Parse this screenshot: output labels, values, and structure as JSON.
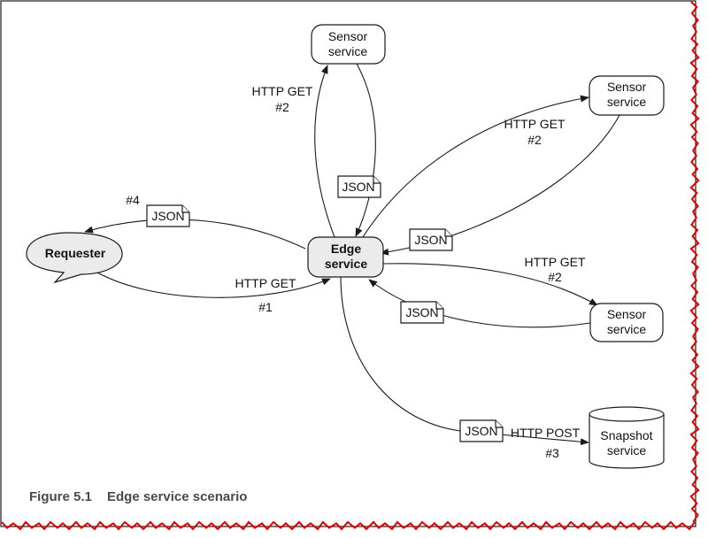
{
  "figure": {
    "caption_number": "Figure 5.1",
    "caption_title": "Edge service scenario"
  },
  "nodes": {
    "requester": "Requester",
    "edge_service": [
      "Edge",
      "service"
    ],
    "sensor_top": [
      "Sensor",
      "service"
    ],
    "sensor_right_upper": [
      "Sensor",
      "service"
    ],
    "sensor_right_lower": [
      "Sensor",
      "service"
    ],
    "snapshot": [
      "Snapshot",
      "service"
    ]
  },
  "edge_labels": {
    "requester_request": [
      "HTTP GET",
      "#1"
    ],
    "requester_response_step": "#4",
    "sensor_top_request": [
      "HTTP GET",
      "#2"
    ],
    "sensor_right_upper_request": [
      "HTTP GET",
      "#2"
    ],
    "sensor_right_lower_request": [
      "HTTP GET",
      "#2"
    ],
    "snapshot_request": [
      "HTTP POST",
      "#3"
    ]
  },
  "payloads": {
    "requester_response": "JSON",
    "sensor_top_response": "JSON",
    "sensor_right_upper_response": "JSON",
    "sensor_right_lower_response": "JSON",
    "snapshot_request": "JSON"
  },
  "colors": {
    "border_red": "#e00000",
    "node_gray": "#ebebeb",
    "caption_gray": "#4a4a4a"
  }
}
